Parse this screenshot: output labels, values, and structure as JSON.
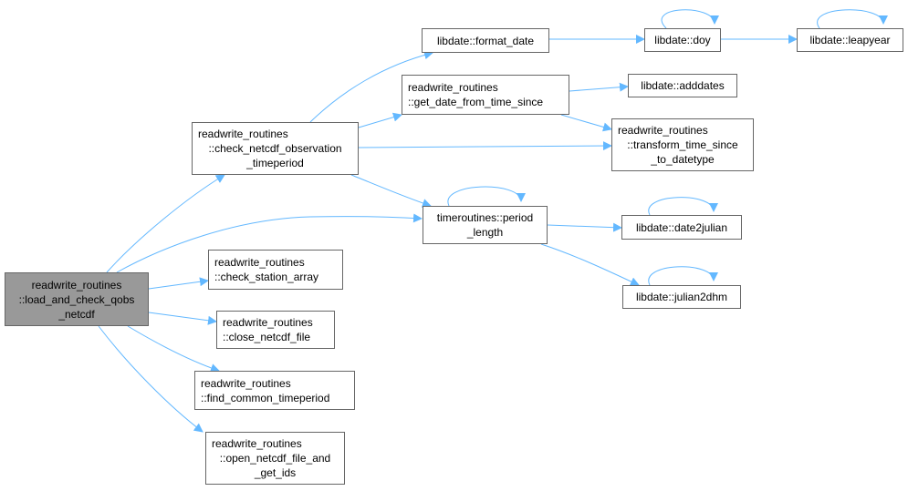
{
  "colors": {
    "edge": "#63b8ff",
    "node_border": "#666666",
    "current_node_fill": "#999999"
  },
  "nodes": {
    "load_and_check_qobs_netcdf": {
      "lines": [
        "readwrite_routines",
        "::load_and_check_qobs",
        "_netcdf"
      ]
    },
    "check_netcdf_observation_timeperiod": {
      "lines": [
        "readwrite_routines",
        "::check_netcdf_observation",
        "_timeperiod"
      ]
    },
    "check_station_array": {
      "lines": [
        "readwrite_routines",
        "::check_station_array"
      ]
    },
    "close_netcdf_file": {
      "lines": [
        "readwrite_routines",
        "::close_netcdf_file"
      ]
    },
    "find_common_timeperiod": {
      "lines": [
        "readwrite_routines",
        "::find_common_timeperiod"
      ]
    },
    "open_netcdf_file_and_get_ids": {
      "lines": [
        "readwrite_routines",
        "::open_netcdf_file_and",
        "_get_ids"
      ]
    },
    "format_date": {
      "lines": [
        "libdate::format_date"
      ]
    },
    "get_date_from_time_since": {
      "lines": [
        "readwrite_routines",
        "::get_date_from_time_since"
      ]
    },
    "period_length": {
      "lines": [
        "timeroutines::period",
        "_length"
      ]
    },
    "doy": {
      "lines": [
        "libdate::doy"
      ]
    },
    "leapyear": {
      "lines": [
        "libdate::leapyear"
      ]
    },
    "adddates": {
      "lines": [
        "libdate::adddates"
      ]
    },
    "transform_time_since_to_datetype": {
      "lines": [
        "readwrite_routines",
        "::transform_time_since",
        "_to_datetype"
      ]
    },
    "date2julian": {
      "lines": [
        "libdate::date2julian"
      ]
    },
    "julian2dhm": {
      "lines": [
        "libdate::julian2dhm"
      ]
    }
  }
}
